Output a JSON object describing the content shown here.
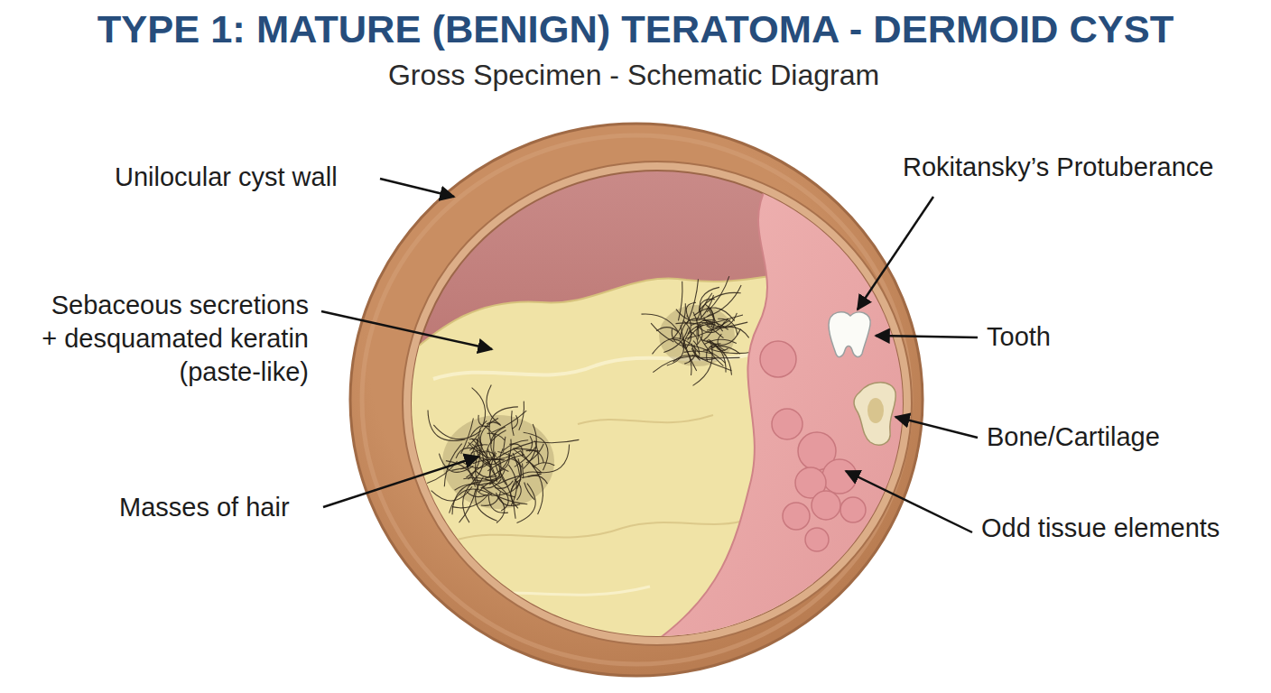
{
  "diagram": {
    "title": "TYPE 1: MATURE (BENIGN) TERATOMA - DERMOID CYST",
    "labels": [
      "Gross Specimen - Schematic Diagram",
      "Unilocular cyst wall",
      "Sebaceous secretions + desquamated keratin (paste-like)",
      "Masses of hair",
      "Rokitansky’s Protuberance",
      "Tooth",
      "Bone/Cartilage",
      "Odd tissue elements"
    ]
  }
}
